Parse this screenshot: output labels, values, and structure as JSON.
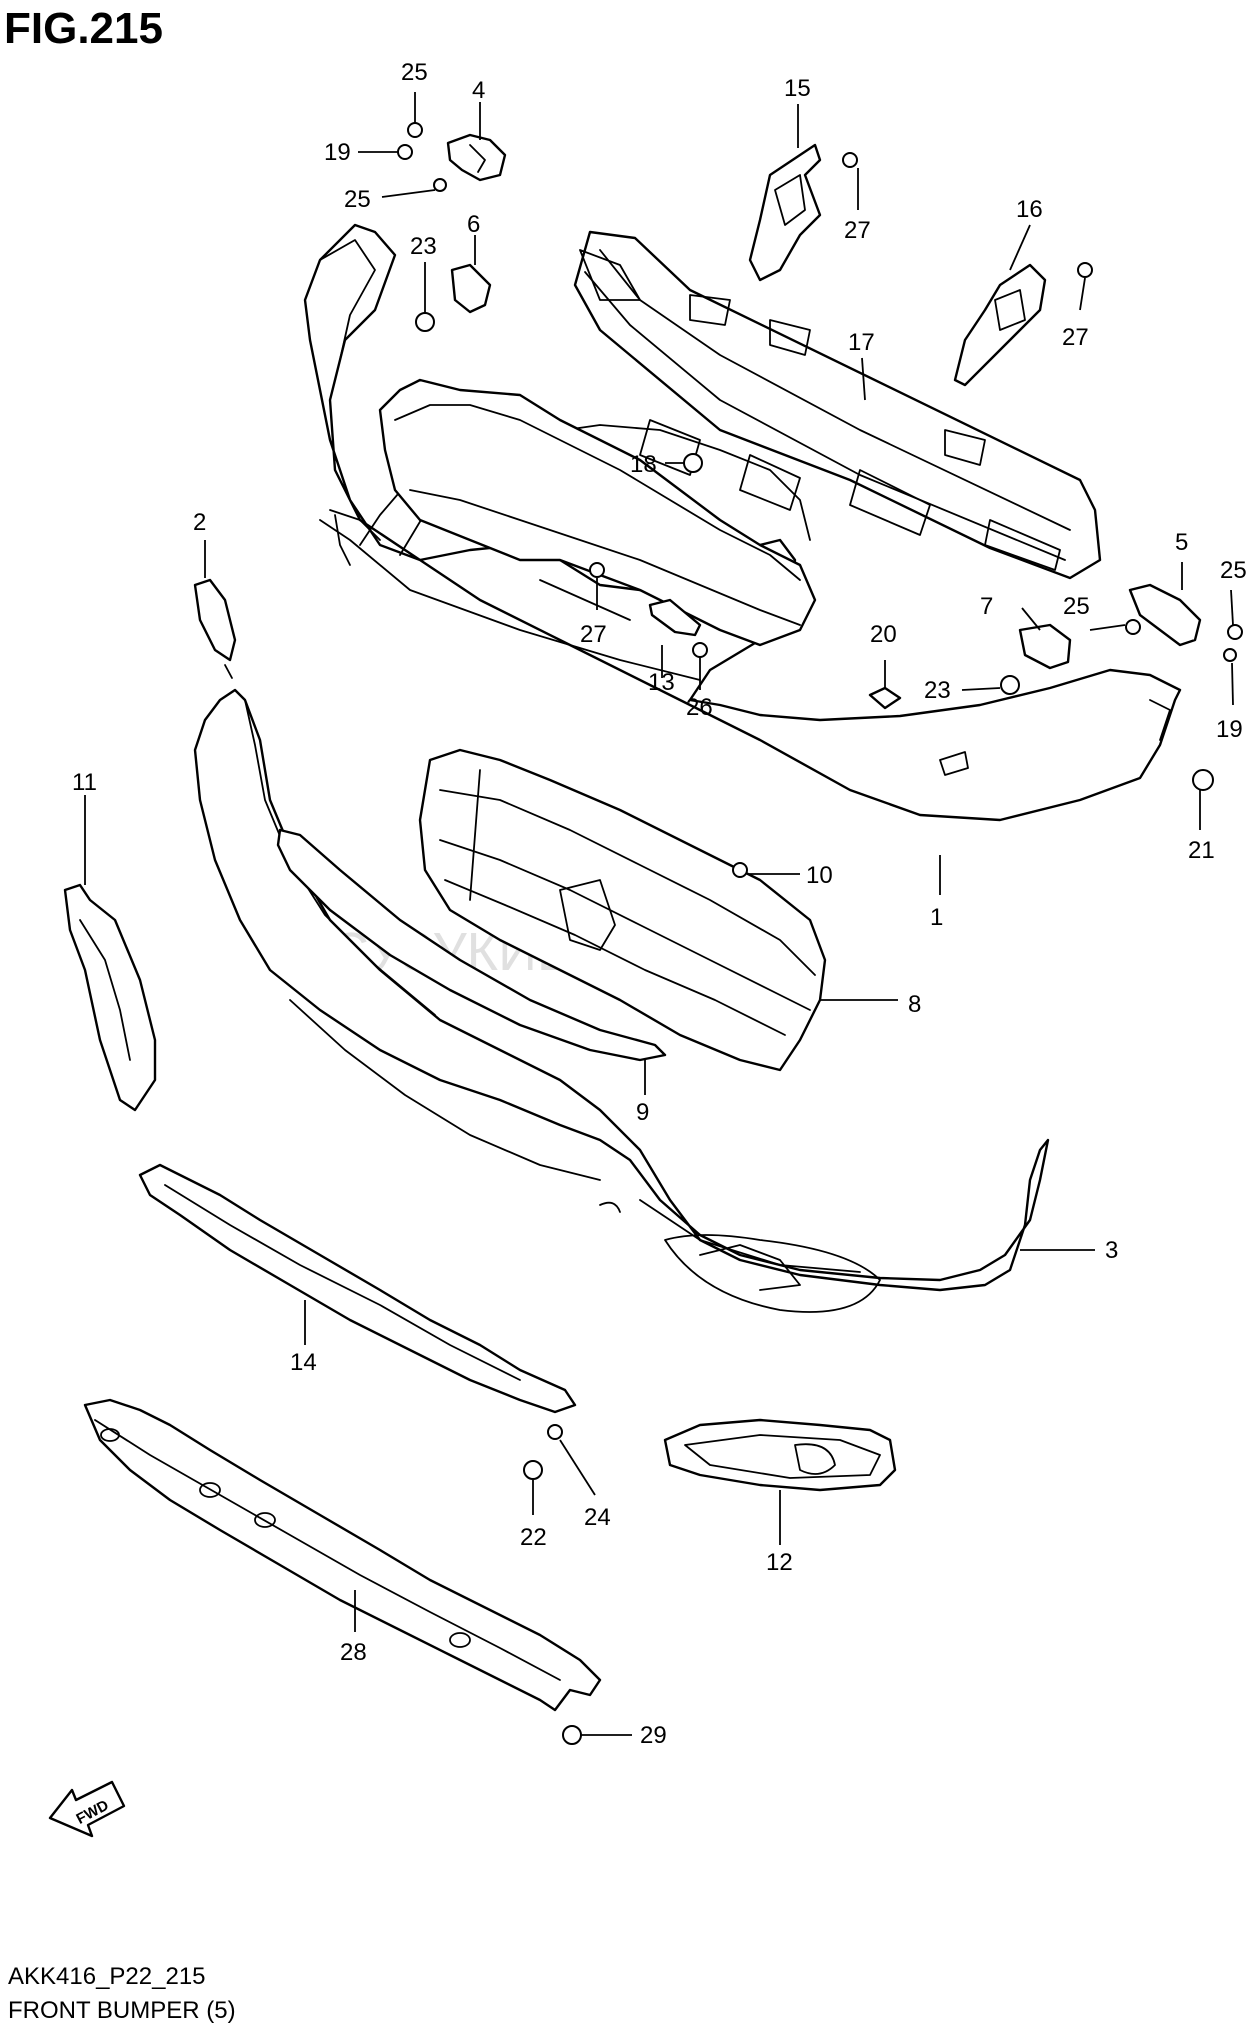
{
  "figure": {
    "title": "FIG.215"
  },
  "watermark": "СУЗУКИШОП.РФ",
  "fwd_label": "FWD",
  "callouts": {
    "c1": "1",
    "c2": "2",
    "c3": "3",
    "c4": "4",
    "c5": "5",
    "c6": "6",
    "c7": "7",
    "c8": "8",
    "c9": "9",
    "c10": "10",
    "c11": "11",
    "c12": "12",
    "c13": "13",
    "c14": "14",
    "c15": "15",
    "c16": "16",
    "c17": "17",
    "c18": "18",
    "c19a": "19",
    "c19b": "19",
    "c20": "20",
    "c21": "21",
    "c22": "22",
    "c23a": "23",
    "c23b": "23",
    "c24": "24",
    "c25a": "25",
    "c25b": "25",
    "c25c": "25",
    "c25d": "25",
    "c26": "26",
    "c27a": "27",
    "c27b": "27",
    "c27c": "27",
    "c28": "28",
    "c29": "29"
  },
  "footer": {
    "code": "AKK416_P22_215",
    "caption": "FRONT BUMPER (5)"
  }
}
